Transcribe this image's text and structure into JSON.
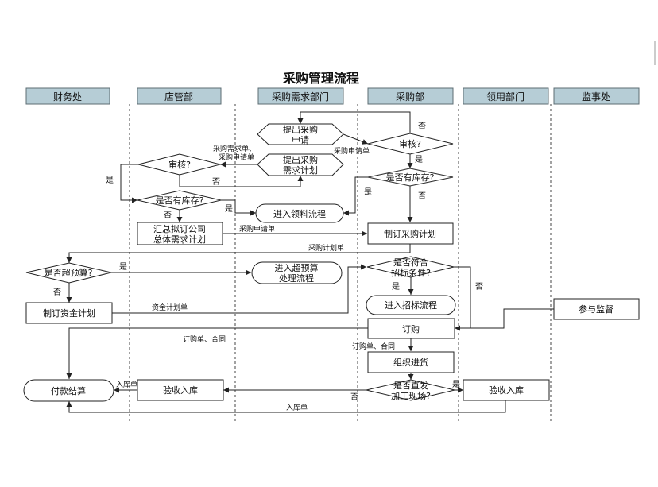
{
  "title": "采购管理流程",
  "lanes": [
    "财务处",
    "店管部",
    "采购需求部门",
    "采购部",
    "领用部门",
    "监事处"
  ],
  "nodes": {
    "propose_purchase": [
      "提出采购",
      "申请"
    ],
    "propose_plan": [
      "提出采购",
      "需求计划"
    ],
    "review_store": [
      "审核?"
    ],
    "stock_store": [
      "是否有库存?"
    ],
    "summary_plan": [
      "汇总拟订公司",
      "总体需求计划"
    ],
    "enter_receive": [
      "进入领料流程"
    ],
    "review_purchase": [
      "审核?"
    ],
    "stock_purchase": [
      "是否有库存?"
    ],
    "make_purchase_plan": [
      "制订采购计划"
    ],
    "over_budget": [
      "是否超预算?"
    ],
    "over_budget_flow": [
      "进入超预算",
      "处理流程"
    ],
    "bid_condition": [
      "是否符合",
      "招标条件?"
    ],
    "enter_bid": [
      "进入招标流程"
    ],
    "make_fund_plan": [
      "制订资金计划"
    ],
    "participate_supervise": [
      "参与监督"
    ],
    "order": [
      "订购"
    ],
    "organize_stock": [
      "组织进货"
    ],
    "direct_to_site": [
      "是否直发",
      "加工现场?"
    ],
    "accept_store": [
      "验收入库"
    ],
    "accept_user": [
      "验收入库"
    ],
    "payment_settle": [
      "付款结算"
    ]
  },
  "edge_labels": {
    "demand_list": [
      "采购需求单、",
      "采购申请单"
    ],
    "purchase_request_1": "采购申请单",
    "purchase_request_2": "采购申请单",
    "purchase_plan": "采购计划单",
    "fund_plan": "资金计划单",
    "order_contract_1": "订购单、合同",
    "order_contract_2": "订购单、合同",
    "warehouse_1": "入库单",
    "warehouse_2": "入库单"
  },
  "decisions": {
    "yes": "是",
    "no": "否"
  }
}
